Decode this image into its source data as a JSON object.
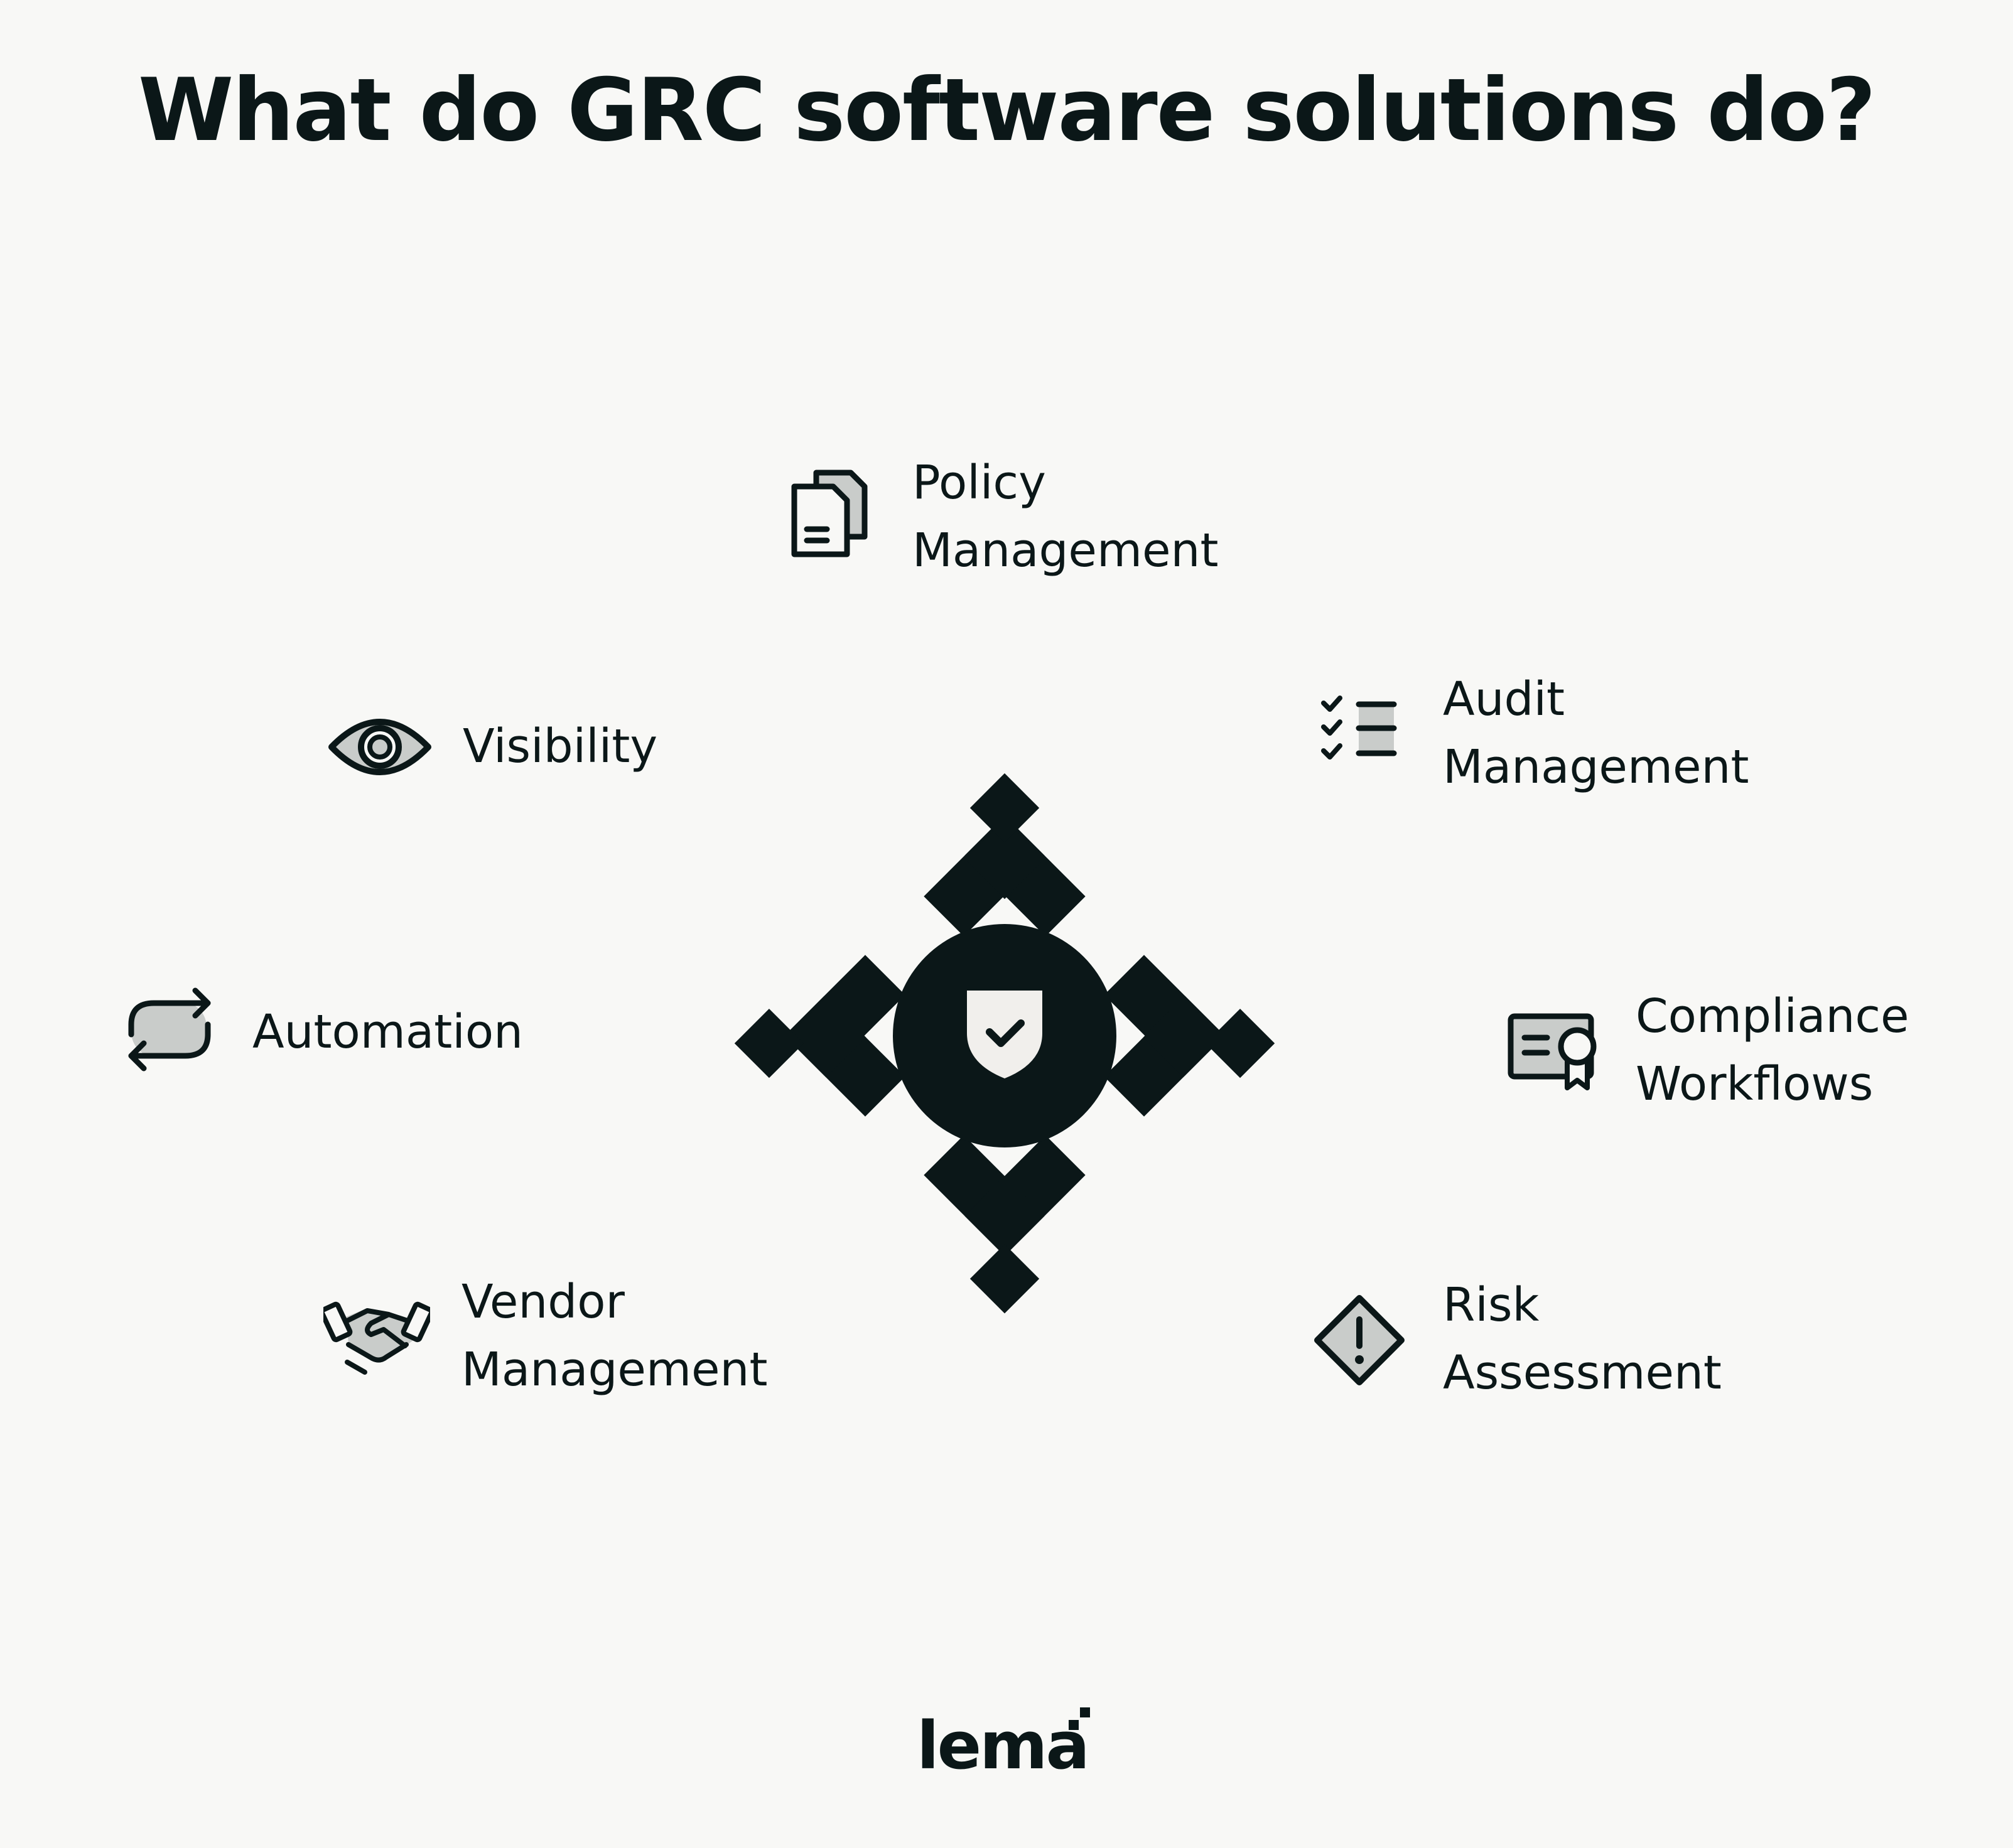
{
  "title": "What do GRC software solutions do?",
  "features": {
    "policy": {
      "line1": "Policy",
      "line2": "Management",
      "icon": "documents-icon"
    },
    "audit": {
      "line1": "Audit",
      "line2": "Management",
      "icon": "checklist-icon"
    },
    "compliance": {
      "line1": "Compliance",
      "line2": "Workflows",
      "icon": "certificate-icon"
    },
    "risk": {
      "line1": "Risk",
      "line2": "Assessment",
      "icon": "warning-diamond-icon"
    },
    "vendor": {
      "line1": "Vendor",
      "line2": "Management",
      "icon": "handshake-icon"
    },
    "automation": {
      "line1": "Automation",
      "icon": "repeat-arrows-icon"
    },
    "visibility": {
      "line1": "Visibility",
      "icon": "eye-icon"
    }
  },
  "center": {
    "icon": "shield-check-icon"
  },
  "logo": {
    "text": "lema"
  },
  "colors": {
    "ink": "#0b1718",
    "fill": "#c9ccca",
    "background": "#f8f8f6"
  }
}
